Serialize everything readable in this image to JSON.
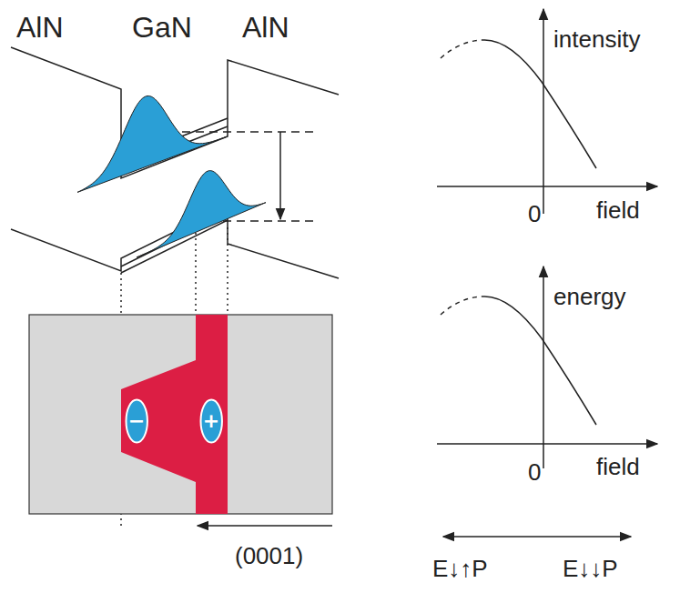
{
  "diagram": {
    "nodes": [
      {
        "text": [
          "−"
        ]
      },
      {
        "text": [
          "+"
        ]
      }
    ],
    "labels": [
      "AlN",
      "GaN",
      "AlN",
      "intensity",
      "field",
      "0",
      "energy",
      "field",
      "0",
      "(0001)",
      "E↓↑P",
      "E↓↓P"
    ]
  }
}
